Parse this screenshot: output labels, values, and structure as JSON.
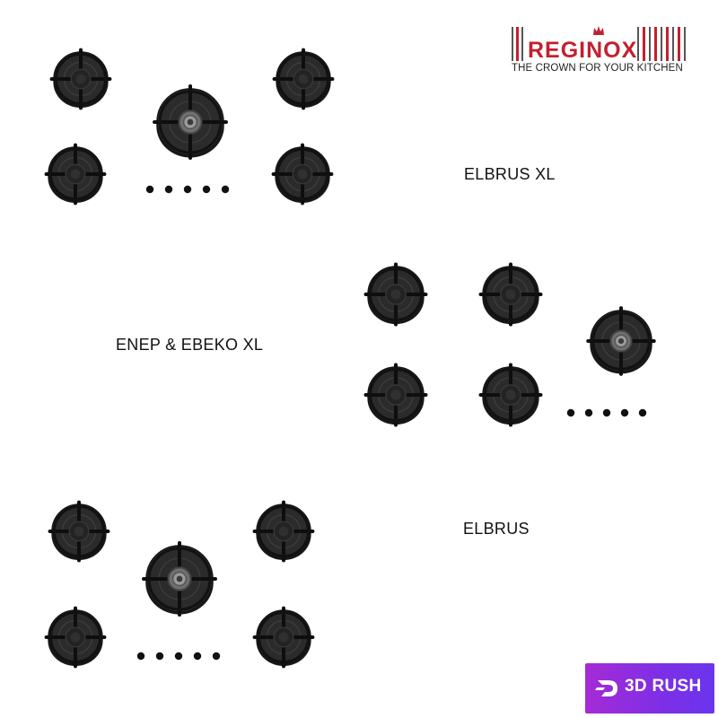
{
  "brand": {
    "name": "REGINOX",
    "tagline": "THE CROWN FOR YOUR KITCHEN",
    "color": "#c3202f",
    "icon": "crown-icon"
  },
  "products": [
    {
      "label": "ELBRUS XL"
    },
    {
      "label": "ENEP & EBEKO XL"
    },
    {
      "label": "ELBRUS"
    }
  ],
  "watermark": {
    "label": "3D RUSH",
    "icon": "rush-logo-icon",
    "color": "#8a2fe0"
  }
}
